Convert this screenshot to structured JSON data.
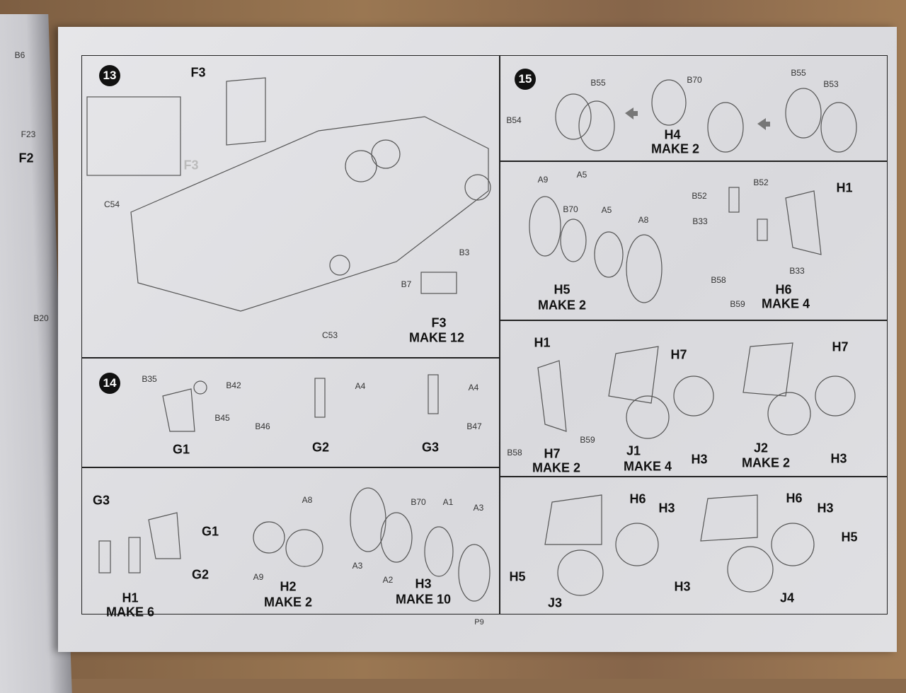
{
  "left_page": {
    "labels": [
      "B6",
      "F23",
      "F2",
      "B20"
    ]
  },
  "step13": {
    "number": "13",
    "labels": [
      "F3",
      "F3",
      "C54",
      "B3",
      "B7",
      "C53"
    ],
    "title": "F3",
    "make": "MAKE 12"
  },
  "step14": {
    "number": "14",
    "labels": [
      "B35",
      "B42",
      "B45",
      "A4",
      "B46",
      "A4",
      "B47"
    ],
    "groups": [
      "G1",
      "G2",
      "G3"
    ]
  },
  "row_h": {
    "labels": [
      "G3",
      "G1",
      "G2",
      "A8",
      "A9",
      "B70",
      "A1",
      "A3",
      "A3",
      "A2"
    ],
    "assemblies": [
      {
        "name": "H1",
        "make": "MAKE 6"
      },
      {
        "name": "H2",
        "make": "MAKE 2"
      },
      {
        "name": "H3",
        "make": "MAKE 10"
      }
    ]
  },
  "step15": {
    "number": "15",
    "labels": [
      "B55",
      "B70",
      "B55",
      "B53",
      "B54"
    ],
    "title": "H4",
    "make": "MAKE 2"
  },
  "row_h5h6": {
    "labels": [
      "A9",
      "A5",
      "B70",
      "A5",
      "A8",
      "B52",
      "B52",
      "H1",
      "B33",
      "B58",
      "B33",
      "B59"
    ],
    "assemblies": [
      {
        "name": "H5",
        "make": "MAKE 2"
      },
      {
        "name": "H6",
        "make": "MAKE 4"
      }
    ]
  },
  "row_j": {
    "labels": [
      "H1",
      "H7",
      "H7",
      "B58",
      "B59",
      "H3",
      "H3"
    ],
    "assemblies": [
      {
        "name": "H7",
        "make": "MAKE 2"
      },
      {
        "name": "J1",
        "make": "MAKE 4"
      },
      {
        "name": "J2",
        "make": "MAKE 2"
      }
    ]
  },
  "row_j34": {
    "labels": [
      "H6",
      "H3",
      "H6",
      "H3",
      "H5",
      "H5",
      "H3"
    ],
    "assemblies": [
      "J3",
      "J4"
    ]
  },
  "page_number": "P9"
}
